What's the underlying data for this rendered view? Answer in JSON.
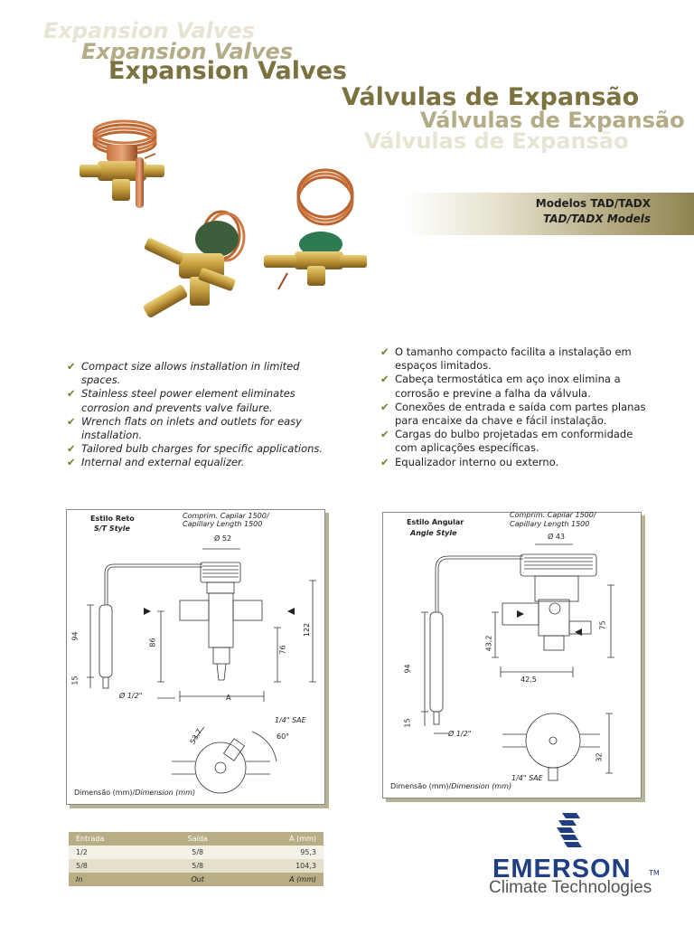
{
  "header": {
    "en_ghost1": "Expansion Valves",
    "en_ghost2": "Expansion Valves",
    "en_title": "Expansion Valves",
    "pt_title": "Válvulas de Expansão",
    "pt_ghost1": "Válvulas de Expansão",
    "pt_ghost2": "Válvulas de Expansão"
  },
  "models": {
    "pt": "Modelos TAD/TADX",
    "en": "TAD/TADX Models"
  },
  "features_en": [
    "Compact size allows installation in limited spaces.",
    "Stainless steel  power element eliminates corrosion and prevents valve failure.",
    "Wrench flats on inlets and outlets for easy installation.",
    "Tailored bulb charges for specific applications.",
    "Internal and external equalizer."
  ],
  "features_pt": [
    "O tamanho compacto facilita a instalação em espaços limitados.",
    "Cabeça termostática em aço inox elimina a corrosão e previne a falha da válvula.",
    "Conexões de entrada e saída com partes planas para encaixe da chave e fácil instalação.",
    "Cargas do bulbo projetadas em conformidade com aplicações específicas.",
    "Equalizador interno ou externo."
  ],
  "check_glyph": "✔",
  "diagram_straight": {
    "style_pt": "Estilo Reto",
    "style_en": "S/T Style",
    "capillary_pt": "Comprim. Capilar 1500/",
    "capillary_en": "Capillary Length 1500",
    "dim_52": "Ø 52",
    "dim_94": "94",
    "dim_15": "15",
    "dim_86": "86",
    "dim_76": "76",
    "dim_122": "122",
    "dim_a": "A",
    "dim_half": "Ø 1/2\"",
    "dim_53": "53,7",
    "sae": "1/4\" SAE",
    "angle": "60°",
    "dimension_pt": "Dimensão (mm)/",
    "dimension_en": "Dimension (mm)"
  },
  "diagram_angle": {
    "style_pt": "Estilo Angular",
    "style_en": "Angle Style",
    "capillary_pt": "Comprim. Capilar 1500/",
    "capillary_en": "Capillary Length 1500",
    "dim_43": "Ø 43",
    "dim_94": "94",
    "dim_15": "15",
    "dim_432": "43,2",
    "dim_75": "75",
    "dim_425": "42,5",
    "dim_half": "Ø 1/2\"",
    "dim_32": "32",
    "sae": "1/4\" SAE",
    "dimension_pt": "Dimensão (mm)/",
    "dimension_en": "Dimension (mm)"
  },
  "table": {
    "header": [
      "Entrada",
      "Saída",
      "A (mm)"
    ],
    "rows": [
      [
        "1/2",
        "5/8",
        "95,3"
      ],
      [
        "5/8",
        "5/8",
        "104,3"
      ]
    ],
    "footer": [
      "In",
      "Out",
      "A (mm)"
    ]
  },
  "brand": {
    "name": "EMERSON",
    "tm": "TM",
    "sub": "Climate Technologies"
  },
  "colors": {
    "olive": "#7b7240",
    "tan": "#b4ac86",
    "pale": "#e8e4d4",
    "emerson_blue": "#1f3f82"
  }
}
